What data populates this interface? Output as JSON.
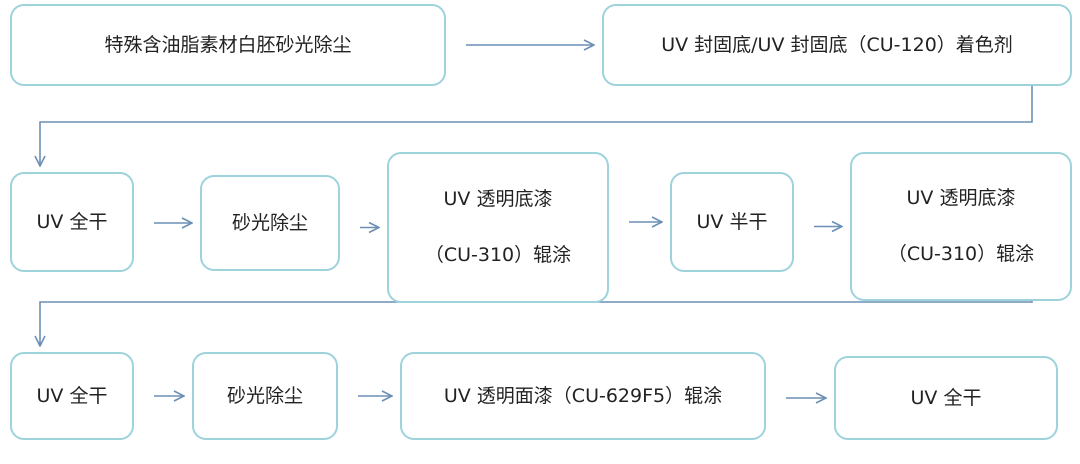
{
  "diagram": {
    "colors": {
      "box_border": "#9ed3dc",
      "connector": "#6b8fb5",
      "text": "#222222"
    },
    "rows": [
      {
        "steps": [
          {
            "id": "r1s1",
            "lines": [
              "特殊含油脂素材白胚砂光除尘"
            ]
          },
          {
            "id": "r1s2",
            "lines": [
              "UV 封固底/UV 封固底（CU-120）着色剂"
            ]
          }
        ]
      },
      {
        "steps": [
          {
            "id": "r2s1",
            "lines": [
              "UV 全干"
            ]
          },
          {
            "id": "r2s2",
            "lines": [
              "砂光除尘"
            ]
          },
          {
            "id": "r2s3",
            "lines": [
              "UV 透明底漆",
              "（CU-310）辊涂"
            ]
          },
          {
            "id": "r2s4",
            "lines": [
              "UV 半干"
            ]
          },
          {
            "id": "r2s5",
            "lines": [
              "UV 透明底漆",
              "（CU-310）辊涂"
            ]
          }
        ]
      },
      {
        "steps": [
          {
            "id": "r3s1",
            "lines": [
              "UV 全干"
            ]
          },
          {
            "id": "r3s2",
            "lines": [
              "砂光除尘"
            ]
          },
          {
            "id": "r3s3",
            "lines": [
              "UV 透明面漆（CU-629F5）辊涂"
            ]
          },
          {
            "id": "r3s4",
            "lines": [
              "UV 全干"
            ]
          }
        ]
      }
    ],
    "connections": [
      [
        "r1s1",
        "r1s2"
      ],
      [
        "r1s2",
        "r2s1"
      ],
      [
        "r2s1",
        "r2s2"
      ],
      [
        "r2s2",
        "r2s3"
      ],
      [
        "r2s3",
        "r2s4"
      ],
      [
        "r2s4",
        "r2s5"
      ],
      [
        "r2s5",
        "r3s1"
      ],
      [
        "r3s1",
        "r3s2"
      ],
      [
        "r3s2",
        "r3s3"
      ],
      [
        "r3s3",
        "r3s4"
      ]
    ]
  }
}
